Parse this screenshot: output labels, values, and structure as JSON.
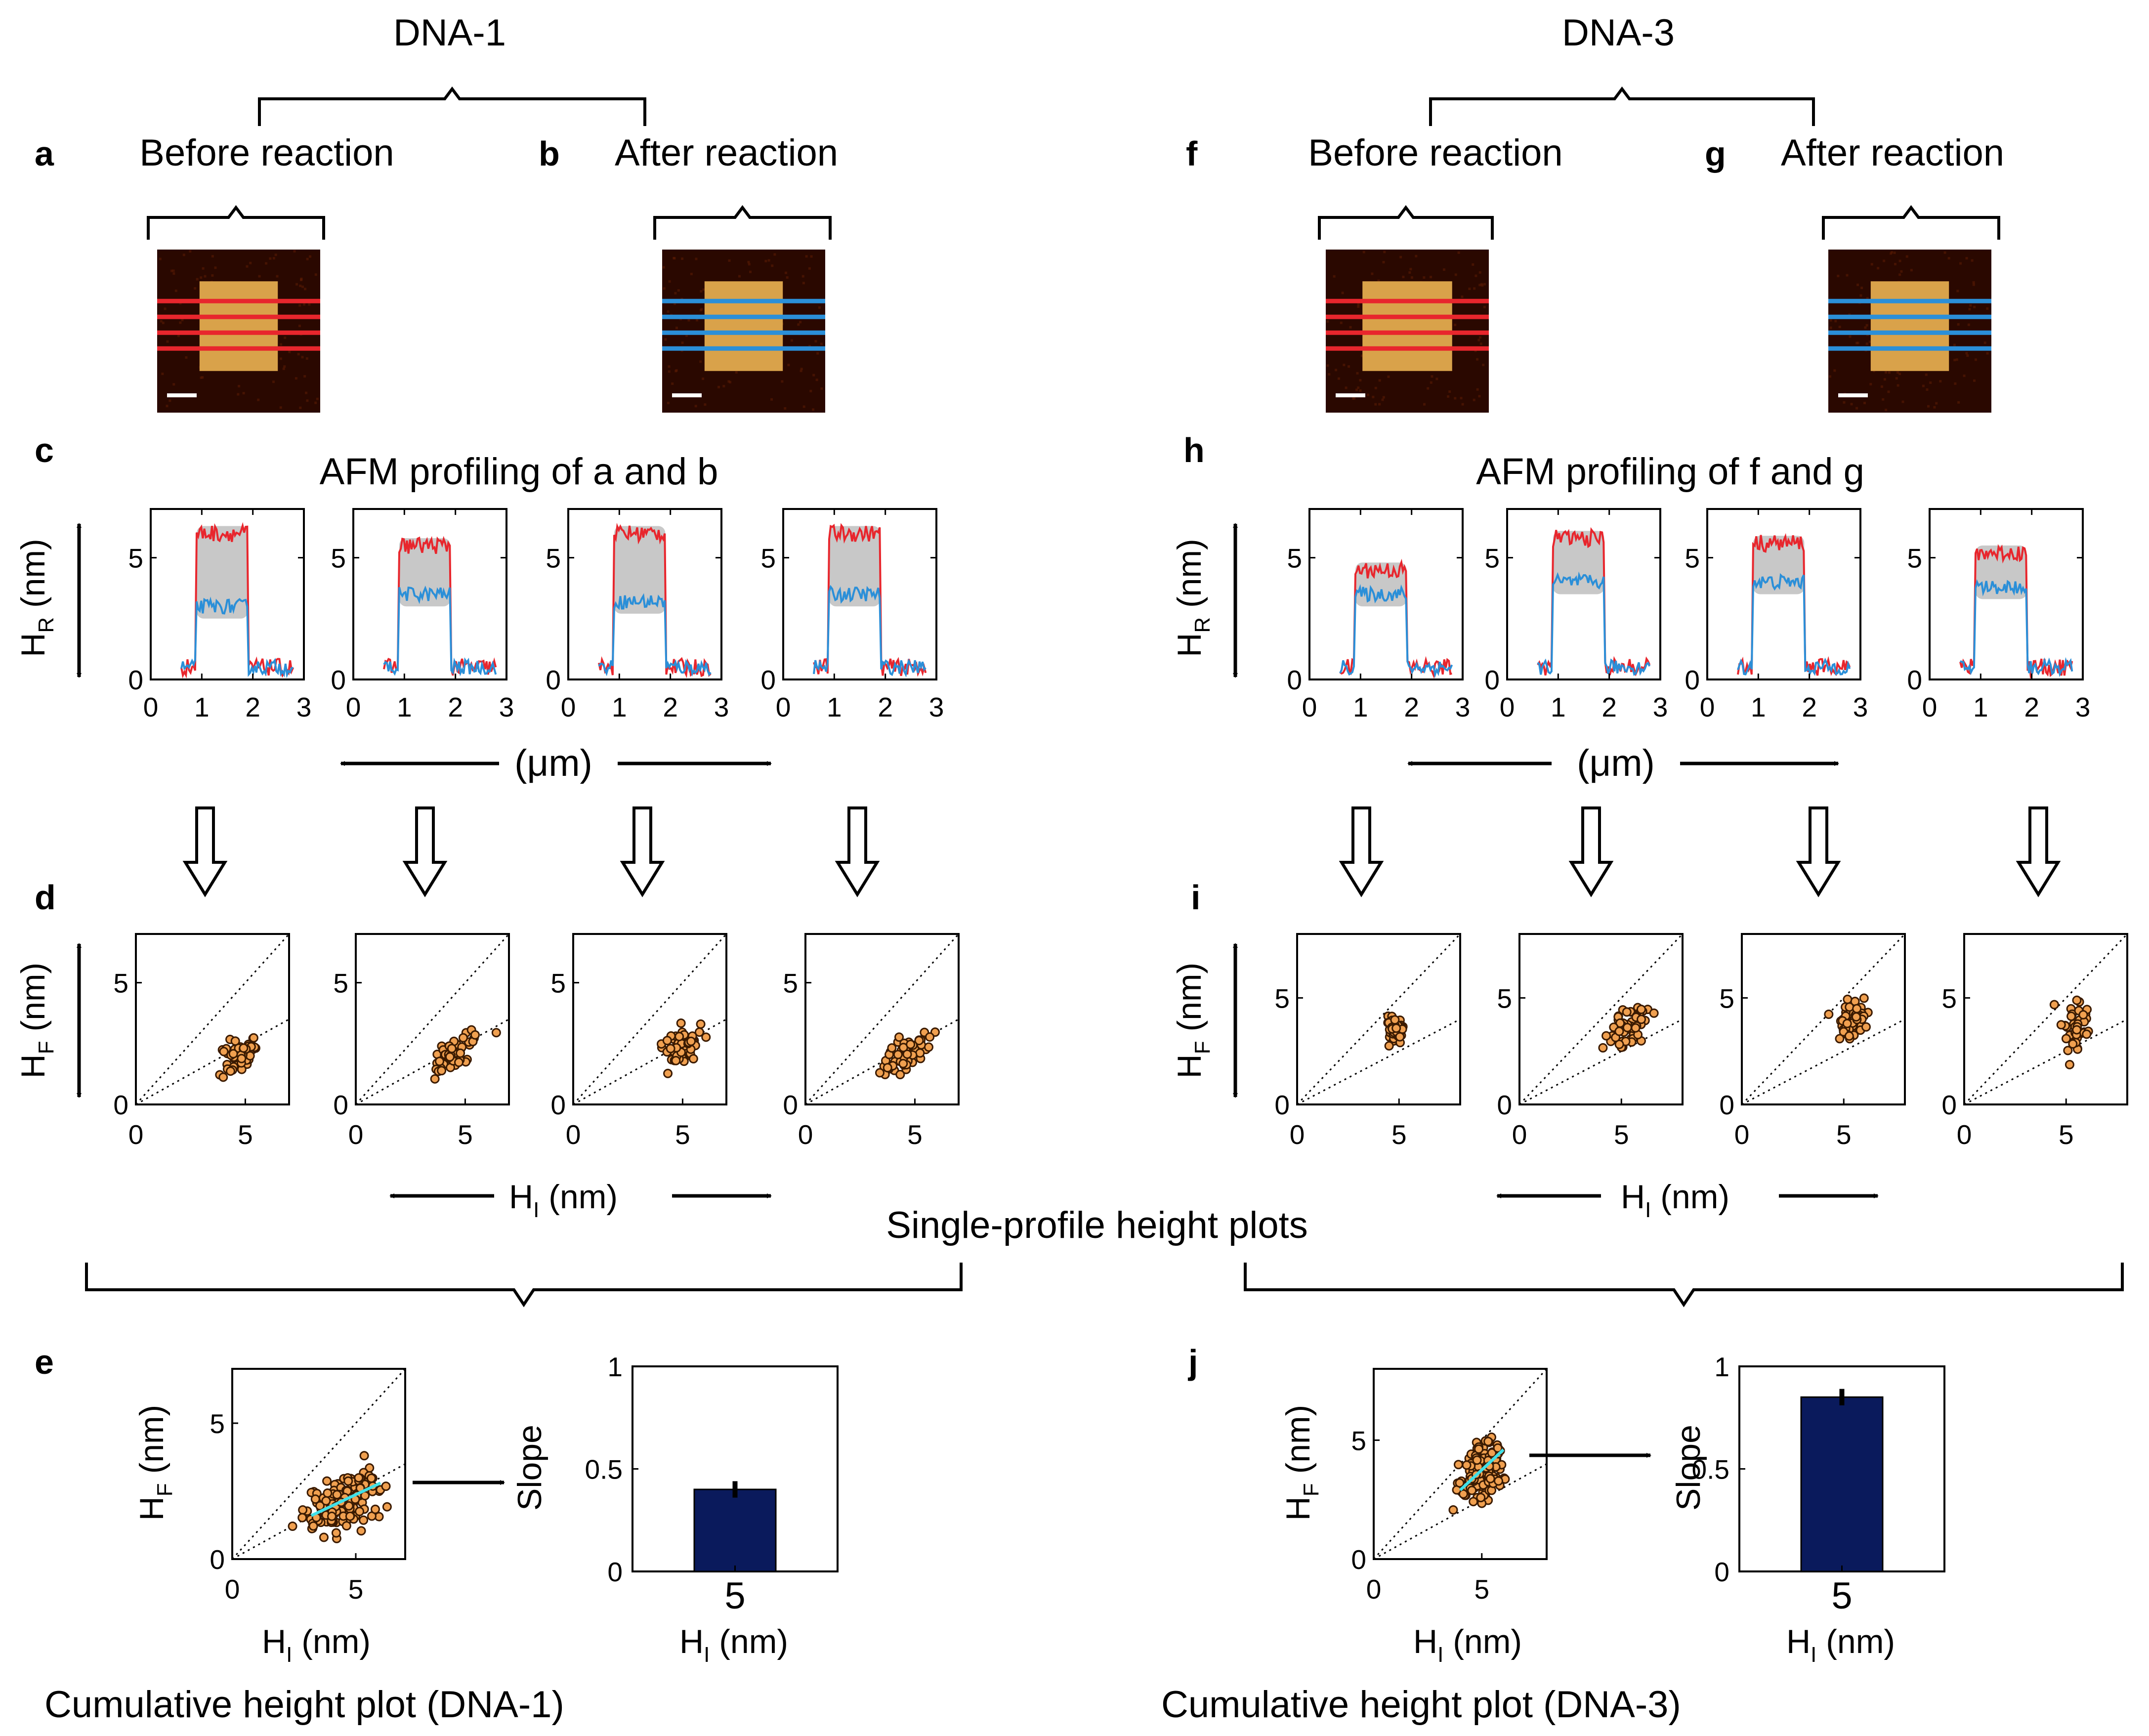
{
  "groups": [
    {
      "title": "DNA-1",
      "before_label": "Before reaction",
      "after_label": "After reaction",
      "panel_letters": [
        "a",
        "b",
        "c",
        "d",
        "e"
      ],
      "profiling_title": "AFM profiling of a  and b",
      "profile_axis_label": "(μm)",
      "height_axis_label": "(nm)",
      "cumulative_caption": "Cumulative height plot (DNA-1)"
    },
    {
      "title": "DNA-3",
      "before_label": "Before reaction",
      "after_label": "After reaction",
      "panel_letters": [
        "f",
        "g",
        "h",
        "i",
        "j"
      ],
      "profiling_title": "AFM profiling of f and g",
      "profile_axis_label": "(μm)",
      "height_axis_label": "(nm)",
      "cumulative_caption": "Cumulative height plot (DNA-3)"
    }
  ],
  "middle_caption": "Single-profile height plots",
  "axis_labels": {
    "HR": "H",
    "HR_sub": "R",
    "HF": "H",
    "HF_sub": "F",
    "HI": "H",
    "HI_sub": "I",
    "units": "(nm)",
    "slope": "Slope"
  },
  "colors": {
    "before_line": "#e8262d",
    "after_line": "#2b8fd8",
    "plateau_box": "#c8c8c8",
    "scatter_fill": "#f0a050",
    "scatter_edge": "#3a1a00",
    "fit_line": "#40e0e8",
    "bar": "#0a1a5c",
    "afm_bg": "#2a0800",
    "afm_square": "#d9a24a"
  },
  "chart_data": [
    {
      "type": "line",
      "panel": "c",
      "count": 4,
      "xlim": [
        0,
        3
      ],
      "ylim": [
        0,
        7
      ],
      "xticks": [
        0,
        1,
        2,
        3
      ],
      "yticks": [
        0,
        5
      ],
      "series": [
        {
          "name": "before",
          "plateau": [
            6,
            5.5,
            6,
            6
          ],
          "baseline": 0.5
        },
        {
          "name": "after",
          "plateau": [
            3,
            3.5,
            3.2,
            3.5
          ],
          "baseline": 0.5
        }
      ],
      "plateau_x": [
        0.9,
        1.9
      ]
    },
    {
      "type": "scatter",
      "panel": "d",
      "count": 4,
      "xlim": [
        0,
        7
      ],
      "ylim": [
        0,
        7
      ],
      "xticks": [
        0,
        5
      ],
      "yticks": [
        0,
        5
      ],
      "reference_slopes": [
        1,
        0.5
      ],
      "clusters": [
        {
          "cx": 4.7,
          "cy": 2.1,
          "sx": 0.35,
          "sy": 0.35,
          "n": 60
        },
        {
          "cx": 4.5,
          "cy": 2.2,
          "sx": 0.6,
          "sy": 0.4,
          "n": 50
        },
        {
          "cx": 4.9,
          "cy": 2.3,
          "sx": 0.5,
          "sy": 0.35,
          "n": 60
        },
        {
          "cx": 4.6,
          "cy": 2.1,
          "sx": 0.45,
          "sy": 0.4,
          "n": 60
        }
      ]
    },
    {
      "type": "scatter",
      "panel": "e",
      "xlim": [
        0,
        7
      ],
      "ylim": [
        0,
        7
      ],
      "xticks": [
        0,
        5
      ],
      "yticks": [
        0,
        5
      ],
      "reference_slopes": [
        1,
        0.5
      ],
      "cluster": {
        "cx": 4.6,
        "cy": 2.1,
        "sx": 0.8,
        "sy": 0.45,
        "n": 160
      },
      "fit": {
        "x": [
          3.2,
          6.0
        ],
        "y": [
          1.6,
          2.8
        ]
      }
    },
    {
      "type": "bar",
      "panel": "e",
      "categories": [
        "5"
      ],
      "values": [
        0.4
      ],
      "error": [
        0.04
      ],
      "ylim": [
        0,
        1
      ],
      "yticks": [
        0,
        0.5,
        1
      ]
    },
    {
      "type": "line",
      "panel": "h",
      "count": 4,
      "xlim": [
        0,
        3
      ],
      "ylim": [
        0,
        7
      ],
      "xticks": [
        0,
        1,
        2,
        3
      ],
      "yticks": [
        0,
        5
      ],
      "series": [
        {
          "name": "before",
          "plateau": [
            4.5,
            5.8,
            5.6,
            5.2
          ],
          "baseline": 0.5
        },
        {
          "name": "after",
          "plateau": [
            3.5,
            4,
            4,
            3.8
          ],
          "baseline": 0.5
        }
      ],
      "plateau_x": [
        0.9,
        1.9
      ]
    },
    {
      "type": "scatter",
      "panel": "i",
      "count": 4,
      "xlim": [
        0,
        8
      ],
      "ylim": [
        0,
        8
      ],
      "xticks": [
        0,
        5
      ],
      "yticks": [
        0,
        5
      ],
      "reference_slopes": [
        1,
        0.5
      ],
      "clusters": [
        {
          "cx": 4.8,
          "cy": 3.4,
          "sx": 0.25,
          "sy": 0.35,
          "n": 50
        },
        {
          "cx": 5.3,
          "cy": 3.7,
          "sx": 0.45,
          "sy": 0.5,
          "n": 60
        },
        {
          "cx": 5.4,
          "cy": 3.9,
          "sx": 0.4,
          "sy": 0.55,
          "n": 55
        },
        {
          "cx": 5.4,
          "cy": 3.7,
          "sx": 0.35,
          "sy": 0.6,
          "n": 40
        }
      ]
    },
    {
      "type": "scatter",
      "panel": "j",
      "xlim": [
        0,
        8
      ],
      "ylim": [
        0,
        8
      ],
      "xticks": [
        0,
        5
      ],
      "yticks": [
        0,
        5
      ],
      "reference_slopes": [
        1,
        0.5
      ],
      "cluster": {
        "cx": 5.0,
        "cy": 3.7,
        "sx": 0.5,
        "sy": 0.55,
        "n": 150
      },
      "fit": {
        "x": [
          4.0,
          6.0
        ],
        "y": [
          2.9,
          4.6
        ]
      }
    },
    {
      "type": "bar",
      "panel": "j",
      "categories": [
        "5"
      ],
      "values": [
        0.85
      ],
      "error": [
        0.04
      ],
      "ylim": [
        0,
        1
      ],
      "yticks": [
        0,
        0.5,
        1
      ]
    }
  ]
}
